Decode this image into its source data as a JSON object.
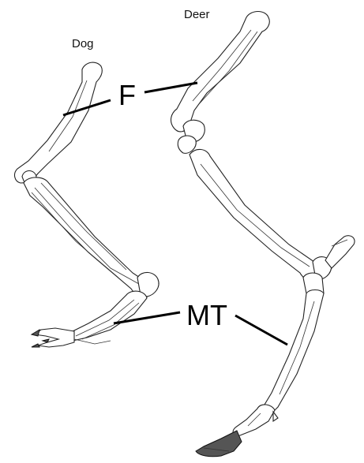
{
  "labels": {
    "dog": "Dog",
    "deer": "Deer",
    "femur": "F",
    "metatarsal": "MT"
  },
  "colors": {
    "bone_outline": "#222222",
    "leader_lines": "#000000",
    "hoof": "#555555",
    "background": "#ffffff"
  }
}
